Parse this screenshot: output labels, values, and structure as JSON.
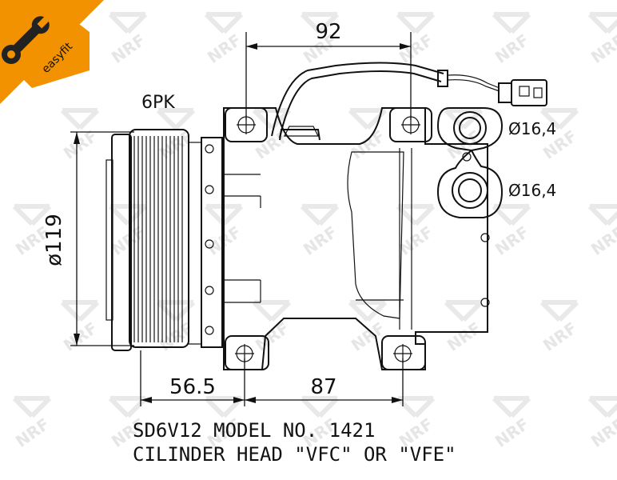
{
  "badge": {
    "text": "easyfit",
    "color": "#f39200",
    "icon": "wrench-icon"
  },
  "watermark": {
    "text": "NRF"
  },
  "dimensions": {
    "top_width": "92",
    "pulley_diameter": "ø119",
    "pulley_offset": "56.5",
    "mount_spacing": "87",
    "port_upper": "Ø16,4",
    "port_lower": "Ø16,4",
    "belt_grooves": "6PK"
  },
  "caption": {
    "line1": "SD6V12 MODEL NO. 1421",
    "line2": "CILINDER HEAD \"VFC\" OR \"VFE\""
  }
}
